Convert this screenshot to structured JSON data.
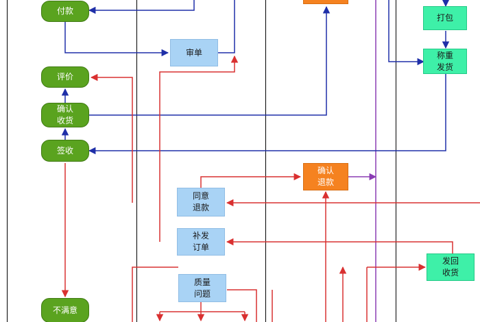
{
  "colors": {
    "green": "#5aa31f",
    "blue_box": "#a9d3f5",
    "orange": "#f58220",
    "mint": "#3ef0a8",
    "arrow_blue": "#1f2fa8",
    "arrow_red": "#d93030",
    "arrow_purple": "#8a3cb4",
    "lane_line": "#000000"
  },
  "nodes": {
    "pay": "付款",
    "review": "评价",
    "confirm_receipt": "确认\n收货",
    "sign": "签收",
    "dissatisfied": "不满意",
    "audit": "审单",
    "agree_refund": "同意\n退款",
    "reissue_order": "补发\n订单",
    "quality_issue": "质量\n问题",
    "confirm_refund": "确认\n退款",
    "pack": "打包",
    "weigh_ship": "称重\n发货",
    "return_ship": "发回\n收货"
  }
}
